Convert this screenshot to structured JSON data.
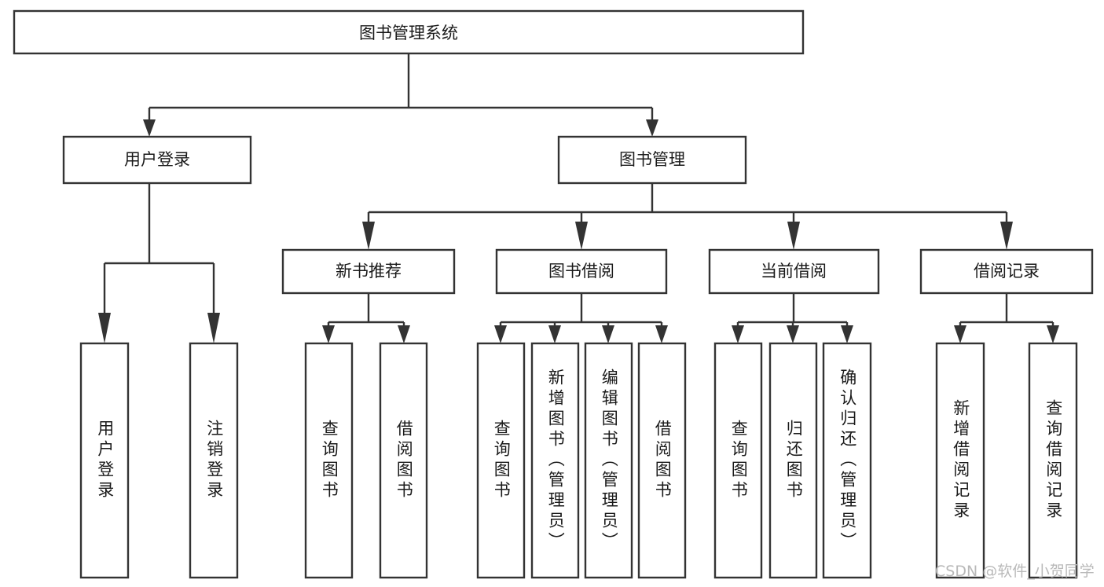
{
  "diagram": {
    "type": "tree",
    "title": "图书管理系统",
    "theme": {
      "box_fill": "#ffffff",
      "box_stroke": "#333333",
      "text_color": "#1a1a1a",
      "background": "#ffffff"
    },
    "root": {
      "label": "图书管理系统"
    },
    "level2": [
      {
        "label": "用户登录"
      },
      {
        "label": "图书管理"
      }
    ],
    "level3": [
      {
        "label": "新书推荐"
      },
      {
        "label": "图书借阅"
      },
      {
        "label": "当前借阅"
      },
      {
        "label": "借阅记录"
      }
    ],
    "leaves": [
      {
        "label": "用户登录",
        "parent": "用户登录"
      },
      {
        "label": "注销登录",
        "parent": "用户登录"
      },
      {
        "label": "查询图书",
        "parent": "新书推荐"
      },
      {
        "label": "借阅图书",
        "parent": "新书推荐"
      },
      {
        "label": "查询图书",
        "parent": "图书借阅"
      },
      {
        "label": "新增图书（管理员）",
        "parent": "图书借阅"
      },
      {
        "label": "编辑图书（管理员）",
        "parent": "图书借阅"
      },
      {
        "label": "借阅图书",
        "parent": "图书借阅"
      },
      {
        "label": "查询图书",
        "parent": "当前借阅"
      },
      {
        "label": "归还图书",
        "parent": "当前借阅"
      },
      {
        "label": "确认归还（管理员）",
        "parent": "当前借阅"
      },
      {
        "label": "新增借阅记录",
        "parent": "借阅记录"
      },
      {
        "label": "查询借阅记录",
        "parent": "借阅记录"
      }
    ]
  },
  "watermark": {
    "text": "CSDN @软件_小贺同学"
  }
}
